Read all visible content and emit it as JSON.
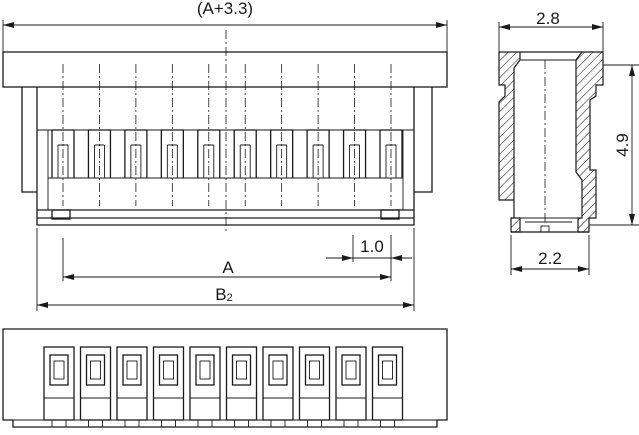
{
  "dimensions": {
    "overall_width": "(A+3.3)",
    "side_width": "2.8",
    "height": "4.9",
    "pitch": "1.0",
    "base_width": "2.2",
    "pin_span": "A",
    "body_span": "B",
    "body_span_subscript": "2"
  },
  "pin_count": 10
}
